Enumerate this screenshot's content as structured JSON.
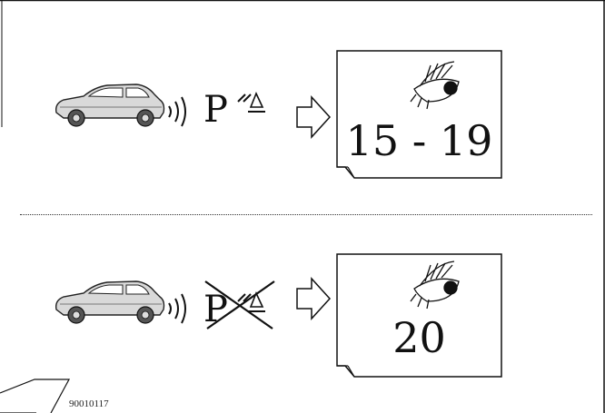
{
  "rows": [
    {
      "p_symbol": "P",
      "crossed_out": false,
      "display_value": "15 - 19"
    },
    {
      "p_symbol": "P",
      "crossed_out": true,
      "display_value": "20"
    }
  ],
  "reference_code": "90010117"
}
